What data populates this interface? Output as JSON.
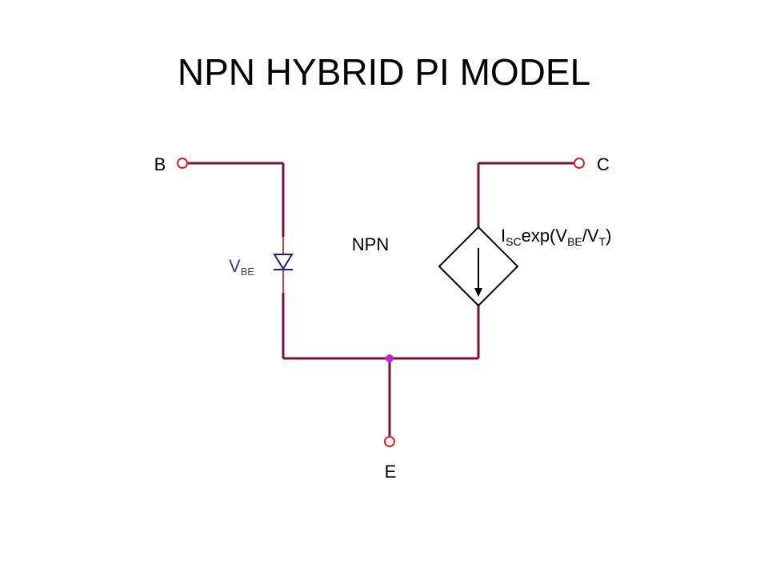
{
  "title": "NPN HYBRID PI MODEL",
  "terminals": {
    "base": "B",
    "collector": "C",
    "emitter": "E"
  },
  "device_label": "NPN",
  "diode_label": {
    "main": "V",
    "sub": "BE"
  },
  "source_label": {
    "part1": "I",
    "sub1": "SC",
    "part2": "exp(V",
    "sub2": "BE",
    "part3": "/V",
    "sub3": "T",
    "part4": ")"
  },
  "colors": {
    "wire": "#7a1040",
    "terminal": "#e02020",
    "junction": "#cc22cc",
    "diode": "#1a1a80",
    "diode_label": "#3a3a9a",
    "text": "#000000"
  }
}
